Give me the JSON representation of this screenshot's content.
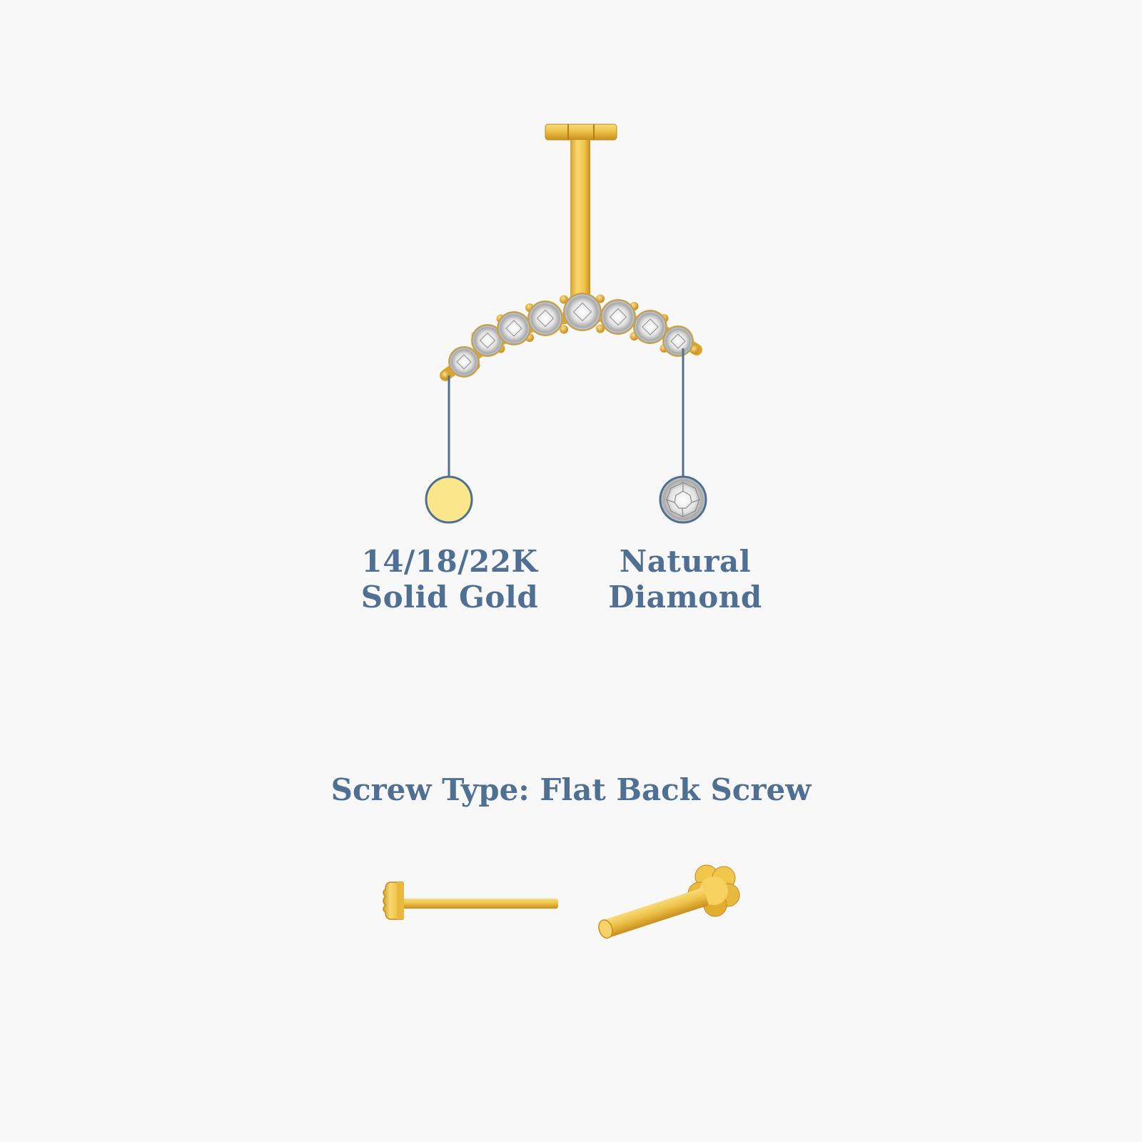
{
  "materials": [
    {
      "icon": "gold-swatch-icon",
      "line1": "14/18/22K",
      "line2": "Solid Gold",
      "color": "#fbe68c"
    },
    {
      "icon": "diamond-swatch-icon",
      "line1": "Natural",
      "line2": "Diamond"
    }
  ],
  "screw": {
    "title": "Screw Type: Flat Back Screw"
  },
  "colors": {
    "label_text": "#4f6f93",
    "gold": "#e7b53a",
    "gold_light": "#f6d46a",
    "gold_dark": "#c8901c",
    "connector": "#4f6f93",
    "background": "#f8f8f8"
  },
  "icons": {
    "product": "curved-diamond-bar-earring-icon",
    "screw_side": "flat-back-screw-side-view-icon",
    "screw_angle": "flat-back-screw-angled-view-icon"
  }
}
